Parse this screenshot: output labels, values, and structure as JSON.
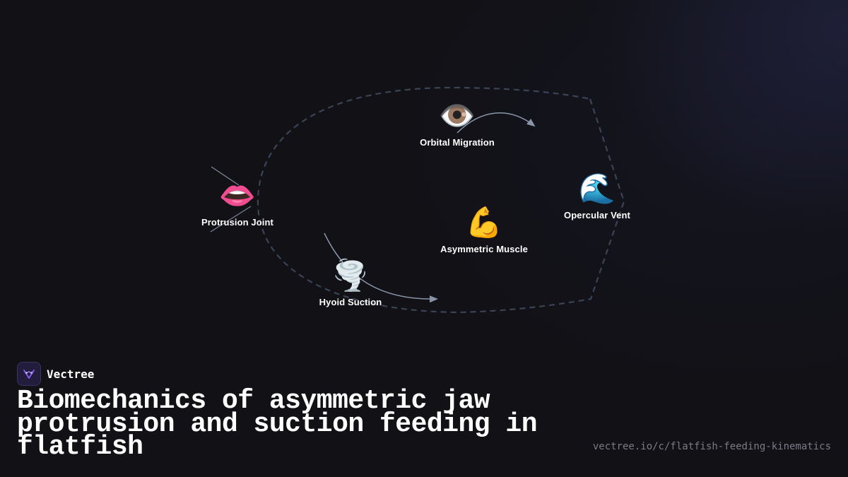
{
  "brand": {
    "name": "Vectree",
    "logo_icon": "vectree-logo-icon",
    "accent": "#8b5cf6"
  },
  "title": "Biomechanics of asymmetric jaw protrusion and suction feeding in flatfish",
  "url": "vectree.io/c/flatfish-feeding-kinematics",
  "colors": {
    "background": "#111116",
    "loop": "#3a4456",
    "arrow": "#8a94a8",
    "text": "#ffffff",
    "muted": "#7b7b86"
  },
  "nodes": [
    {
      "id": "orbital-migration",
      "emoji": "👁️",
      "icon": "eye-icon",
      "label": "Orbital Migration"
    },
    {
      "id": "opercular-vent",
      "emoji": "🌊",
      "icon": "wave-icon",
      "label": "Opercular Vent"
    },
    {
      "id": "asymmetric-muscle",
      "emoji": "💪",
      "icon": "flexed-biceps-icon",
      "label": "Asymmetric Muscle"
    },
    {
      "id": "protrusion-joint",
      "emoji": "👄",
      "icon": "mouth-icon",
      "label": "Protrusion Joint"
    },
    {
      "id": "hyoid-suction",
      "emoji": "🌪️",
      "icon": "tornado-icon",
      "label": "Hyoid Suction"
    }
  ]
}
